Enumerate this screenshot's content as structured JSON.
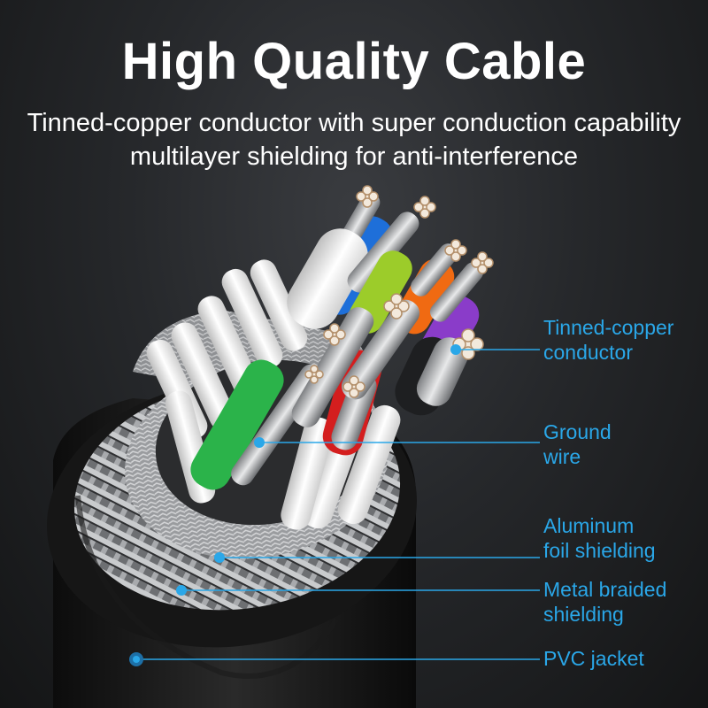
{
  "header": {
    "title": "High Quality Cable",
    "subtitle_line1": "Tinned-copper conductor with super conduction capability",
    "subtitle_line2": "multilayer shielding for anti-interference"
  },
  "callouts": [
    {
      "id": "tinned-copper-conductor",
      "line1": "Tinned-copper",
      "line2": "conductor"
    },
    {
      "id": "ground-wire",
      "line1": "Ground",
      "line2": "wire"
    },
    {
      "id": "aluminum-foil-shielding",
      "line1": "Aluminum",
      "line2": "foil shielding"
    },
    {
      "id": "metal-braided-shielding",
      "line1": "Metal braided",
      "line2": "shielding"
    },
    {
      "id": "pvc-jacket",
      "line1": "PVC jacket",
      "line2": ""
    }
  ],
  "colors": {
    "accent": "#2aa7e8",
    "wire_blue": "#1e6fd9",
    "wire_yellow_green": "#9ccc2a",
    "wire_orange": "#f06a12",
    "wire_purple": "#8a3cc9",
    "wire_green": "#2bb34a",
    "wire_red": "#d41e1e",
    "insulation_white": "#f2f2f2",
    "jacket_black": "#121212"
  }
}
